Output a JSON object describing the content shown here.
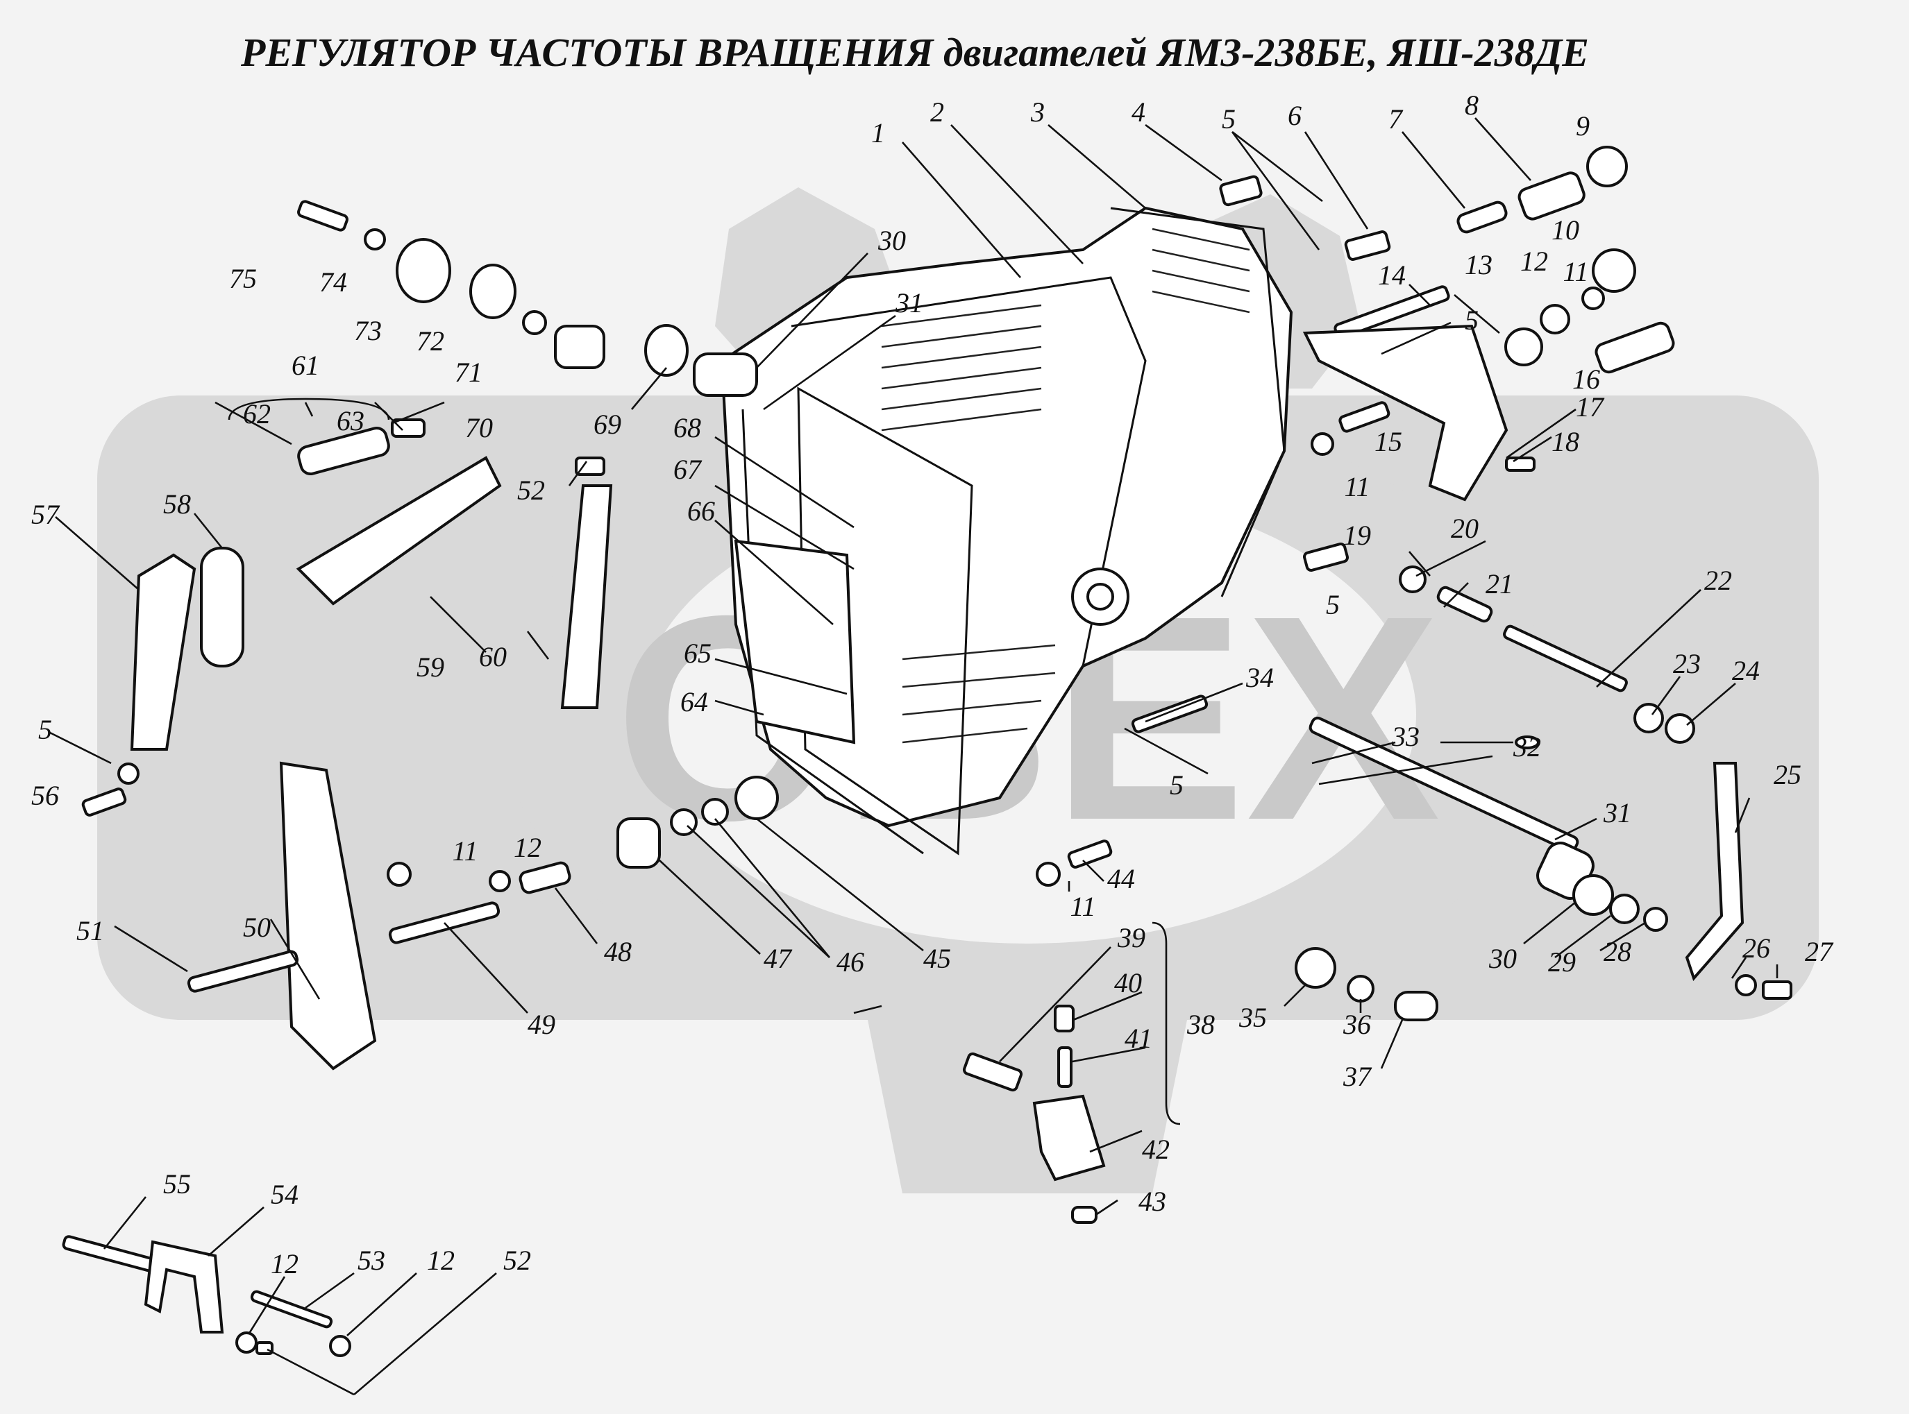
{
  "title": "РЕГУЛЯТОР ЧАСТОТЫ ВРАЩЕНИЯ двигателей ЯМЗ-238БЕ, ЯШ-238ДЕ",
  "watermark": {
    "text": "ОВЕХ"
  },
  "colors": {
    "ink": "#111111",
    "background": "#f3f3f3",
    "watermark": "#d9d9d9"
  },
  "callouts": [
    "1",
    "2",
    "3",
    "4",
    "5",
    "6",
    "7",
    "8",
    "9",
    "10",
    "11",
    "12",
    "13",
    "14",
    "5",
    "15",
    "16",
    "17",
    "18",
    "11",
    "19",
    "20",
    "21",
    "22",
    "5",
    "23",
    "24",
    "25",
    "30",
    "31",
    "68",
    "69",
    "70",
    "71",
    "72",
    "73",
    "74",
    "75",
    "61",
    "62",
    "63",
    "52",
    "67",
    "66",
    "65",
    "64",
    "57",
    "58",
    "59",
    "60",
    "34",
    "33",
    "32",
    "5",
    "56",
    "5",
    "31",
    "30",
    "29",
    "28",
    "26",
    "27",
    "11",
    "12",
    "44",
    "11",
    "51",
    "50",
    "49",
    "48",
    "47",
    "46",
    "45",
    "39",
    "40",
    "41",
    "38",
    "42",
    "43",
    "35",
    "36",
    "37",
    "55",
    "54",
    "12",
    "53",
    "12",
    "52"
  ]
}
